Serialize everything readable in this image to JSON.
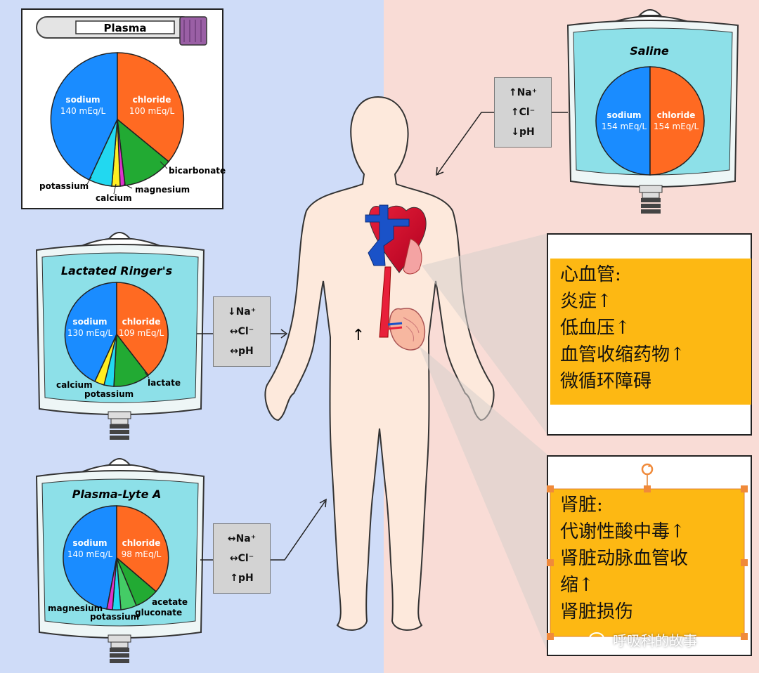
{
  "plasma": {
    "tube_label": "Plasma",
    "sodium": {
      "name": "sodium",
      "value": "140 mEq/L"
    },
    "chloride": {
      "name": "chloride",
      "value": "100 mEq/L"
    },
    "labels": {
      "bicarbonate": "bicarbonate",
      "potassium": "potassium",
      "calcium": "calcium",
      "magnesium": "magnesium"
    }
  },
  "lactated_ringers": {
    "title": "Lactated Ringer's",
    "sodium": {
      "name": "sodium",
      "value": "130 mEq/L"
    },
    "chloride": {
      "name": "chloride",
      "value": "109 mEq/L"
    },
    "labels": {
      "calcium": "calcium",
      "potassium": "potassium",
      "lactate": "lactate"
    },
    "effects": [
      "↓Na⁺",
      "↔Cl⁻",
      "↔pH"
    ]
  },
  "plasma_lyte": {
    "title": "Plasma-Lyte A",
    "sodium": {
      "name": "sodium",
      "value": "140 mEq/L"
    },
    "chloride": {
      "name": "chloride",
      "value": "98 mEq/L"
    },
    "labels": {
      "magnesium": "magnesium",
      "potassium": "potassium",
      "gluconate": "gluconate",
      "acetate": "acetate"
    },
    "effects": [
      "↔Na⁺",
      "↔Cl⁻",
      "↑pH"
    ]
  },
  "saline": {
    "title": "Saline",
    "sodium": {
      "name": "sodium",
      "value": "154 mEq/L"
    },
    "chloride": {
      "name": "chloride",
      "value": "154 mEq/L"
    },
    "effects": [
      "↑Na⁺",
      "↑Cl⁻",
      "↓pH"
    ]
  },
  "body": {
    "arrow": "↑"
  },
  "cardio": {
    "lines": [
      "心血管:",
      "炎症↑",
      "低血压↑",
      "血管收缩药物↑",
      "微循环障碍"
    ]
  },
  "kidney": {
    "lines": [
      "肾脏:",
      "代谢性酸中毒↑",
      "肾脏动脉血管收",
      "缩↑",
      "肾脏损伤"
    ]
  },
  "watermark": "呼吸科的故事",
  "colors": {
    "sodium": "#1a8cff",
    "chloride": "#ff6a22",
    "green": "#22aa33",
    "cyan": "#22d8f0",
    "yellow": "#ffee22",
    "magenta": "#dd33cc",
    "bag": "#8de0e8",
    "highlight": "#fdb813"
  }
}
